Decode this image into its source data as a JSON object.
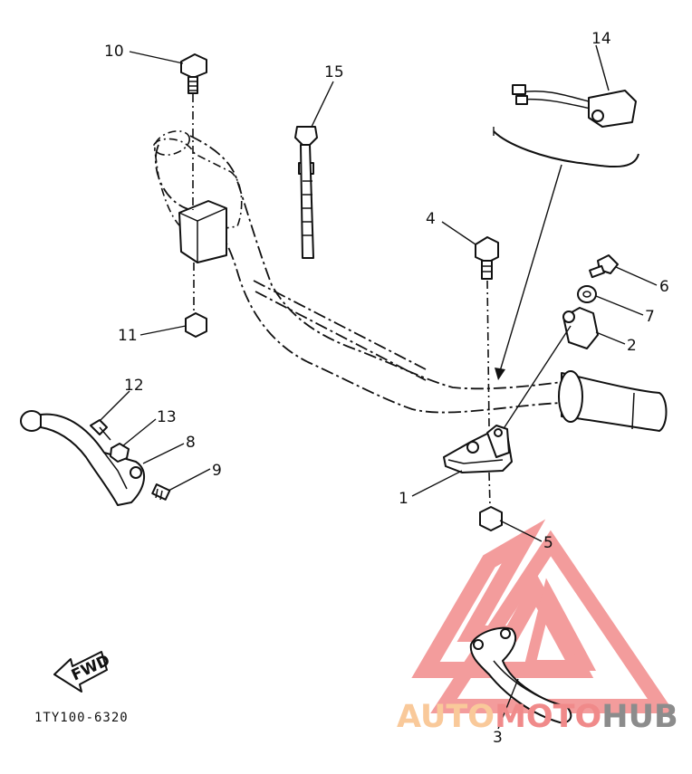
{
  "callouts": {
    "c1": "1",
    "c2": "2",
    "c3": "3",
    "c4": "4",
    "c5": "5",
    "c6": "6",
    "c7": "7",
    "c8": "8",
    "c9": "9",
    "c10": "10",
    "c11": "11",
    "c12": "12",
    "c13": "13",
    "c14": "14",
    "c15": "15"
  },
  "fwd_label": "FWD",
  "diagram_code": "1TY100-6320",
  "watermark": {
    "text_a": "AUTO",
    "text_b": "MOTO",
    "text_c": "HUB",
    "color_light": "#f9c99a",
    "color_red": "#f08a8a",
    "color_grey": "#8c8c8c"
  }
}
